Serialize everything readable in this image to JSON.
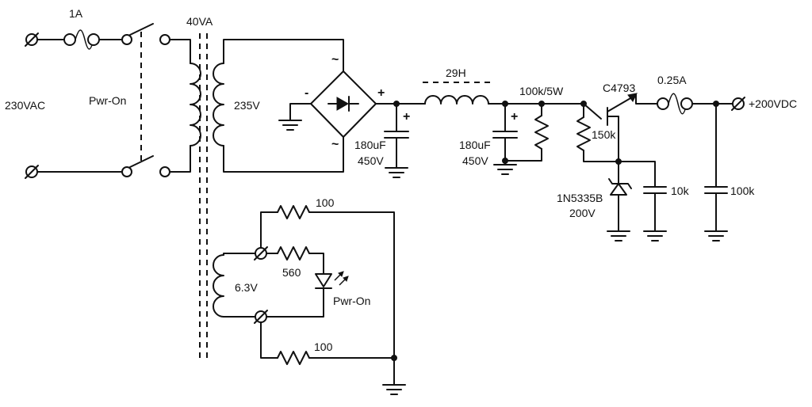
{
  "labels": {
    "mains": "230VAC",
    "fuse_in": "1A",
    "switch": "Pwr-On",
    "transformer": "40VA",
    "secondary_hv": "235V",
    "secondary_lv": "6.3V",
    "cap1_value": "180uF",
    "cap1_voltage": "450V",
    "choke": "29H",
    "cap2_value": "180uF",
    "cap2_voltage": "450V",
    "bleeder": "100k/5W",
    "bias_resistor": "150k",
    "transistor": "C4793",
    "zener_part": "1N5335B",
    "zener_voltage": "200V",
    "cap3": "10k",
    "fuse_out": "0.25A",
    "output": "+200VDC",
    "cap4": "100k",
    "r_top": "100",
    "r_led": "560",
    "r_bottom": "100",
    "led_label": "Pwr-On",
    "ac_sym": "~",
    "plus": "+",
    "minus": "-"
  }
}
